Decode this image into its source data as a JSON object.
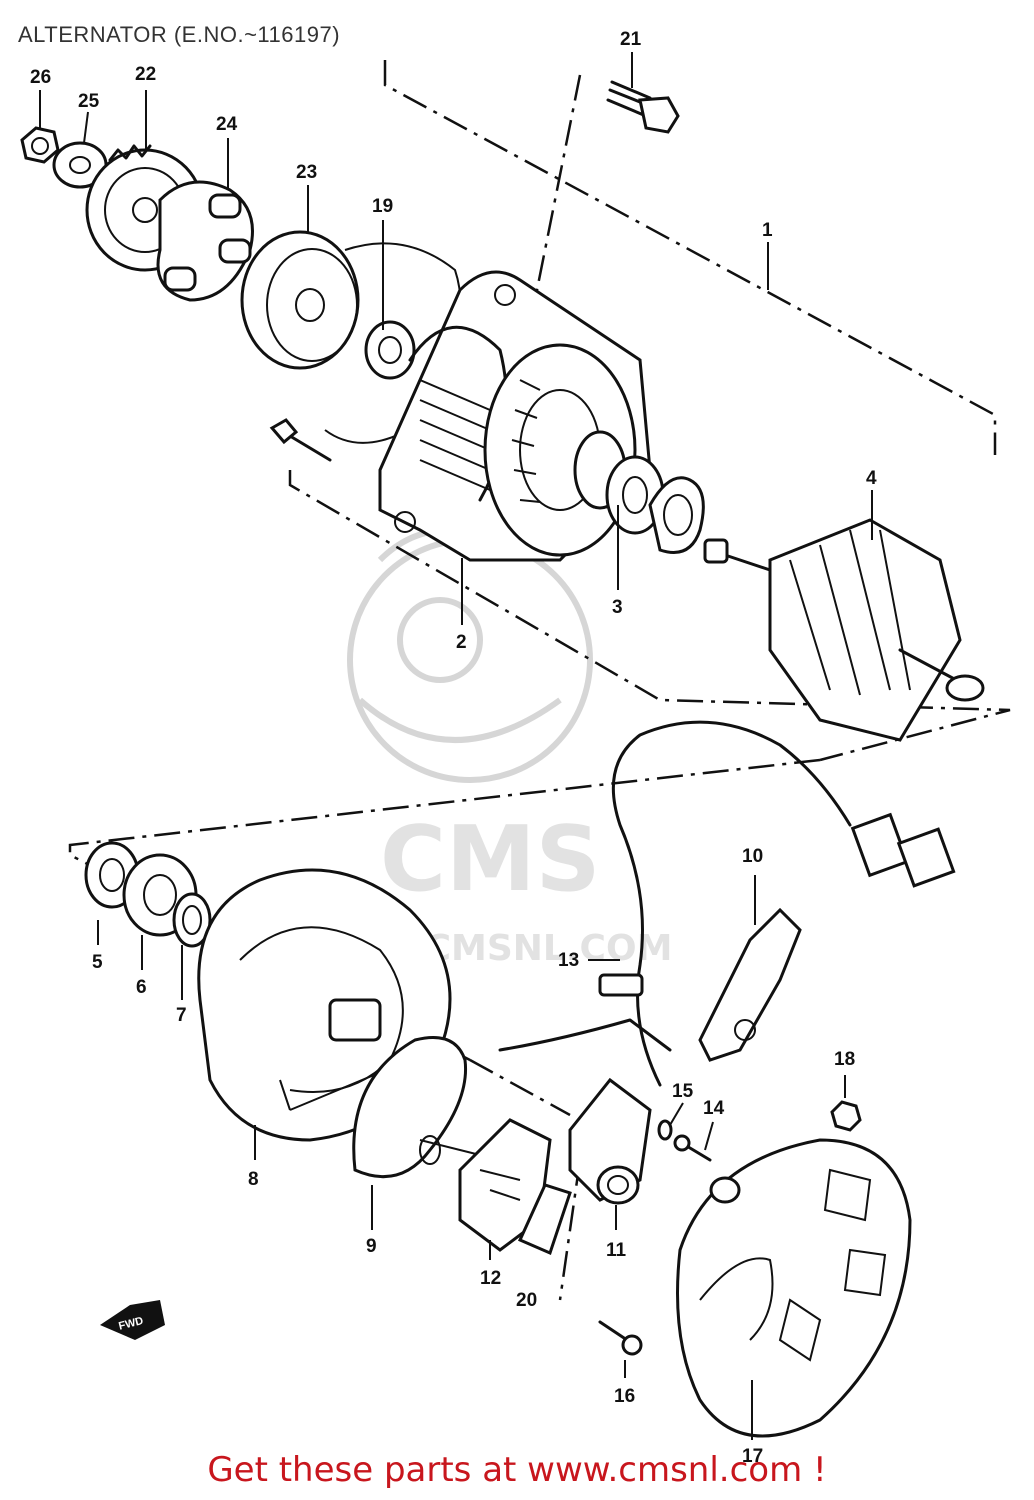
{
  "title": "ALTERNATOR (E.NO.~116197)",
  "watermark": {
    "brand": "CMS",
    "url": "w.CMSNL.COM"
  },
  "front_arrow_label": "FWD",
  "callouts": {
    "p1": "1",
    "p2": "2",
    "p3": "3",
    "p4": "4",
    "p5": "5",
    "p6": "6",
    "p7": "7",
    "p8": "8",
    "p9": "9",
    "p10": "10",
    "p11": "11",
    "p12": "12",
    "p13": "13",
    "p14": "14",
    "p15": "15",
    "p16": "16",
    "p17": "17",
    "p18": "18",
    "p19": "19",
    "p20": "20",
    "p21": "21",
    "p22": "22",
    "p23": "23",
    "p24": "24",
    "p25": "25",
    "p26": "26"
  },
  "cta": "Get these parts at www.cmsnl.com !",
  "colors": {
    "cta": "#c8161d",
    "ink": "#111111",
    "watermark": "#d6d6d6"
  }
}
